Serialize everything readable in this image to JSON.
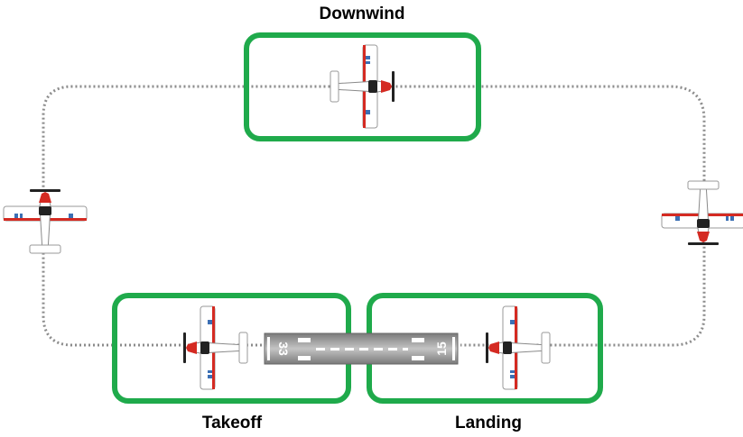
{
  "labels": {
    "downwind": "Downwind",
    "takeoff": "Takeoff",
    "landing": "Landing"
  },
  "runway": {
    "left_number": "33",
    "right_number": "15"
  },
  "colors": {
    "box_stroke": "#1faa4b",
    "path": "#8c8c8c",
    "aircraft_accent": "#d42a22",
    "runway": "#9b9b9b"
  }
}
